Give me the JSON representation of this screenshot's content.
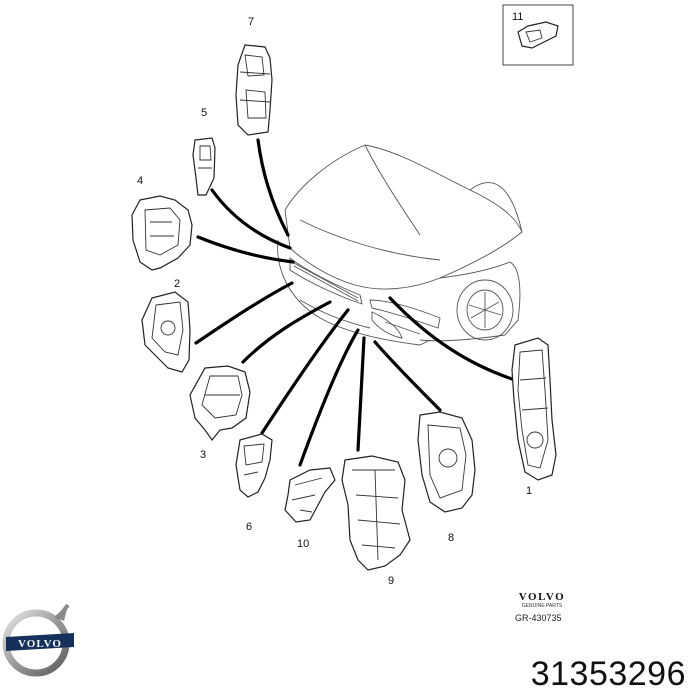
{
  "callouts": [
    "1",
    "2",
    "3",
    "4",
    "5",
    "6",
    "7",
    "8",
    "9",
    "10",
    "11"
  ],
  "reference": {
    "brand": "VOLVO",
    "subtitle": "GENUINE PARTS",
    "code": "GR-430735"
  },
  "part_number": "31353296",
  "logo_text": "VOLVO"
}
